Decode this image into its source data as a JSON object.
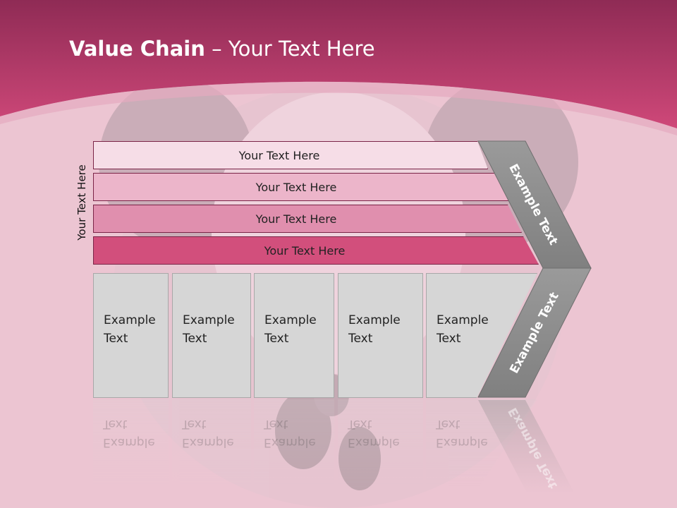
{
  "slide": {
    "title_bold": "Value Chain",
    "title_rest": " – Your Text Here",
    "side_label": "Your Text Here"
  },
  "bars": [
    {
      "label": "Your Text Here"
    },
    {
      "label": "Your Text Here"
    },
    {
      "label": "Your Text Here"
    },
    {
      "label": "Your Text Here"
    }
  ],
  "boxes": [
    {
      "label": "Example Text"
    },
    {
      "label": "Example Text"
    },
    {
      "label": "Example Text"
    },
    {
      "label": "Example Text"
    },
    {
      "label": "Example Text"
    }
  ],
  "chevron": {
    "upper_label": "Example Text",
    "lower_label": "Example Text"
  },
  "colors": {
    "header": "#c9416f",
    "background": "#ecc5d2",
    "bar_1": "#f6dde7",
    "bar_2": "#ecb5ca",
    "bar_3": "#e08fae",
    "bar_4": "#d24f7c",
    "box": "#d6d6d6",
    "chevron": "#8c8c8c"
  }
}
